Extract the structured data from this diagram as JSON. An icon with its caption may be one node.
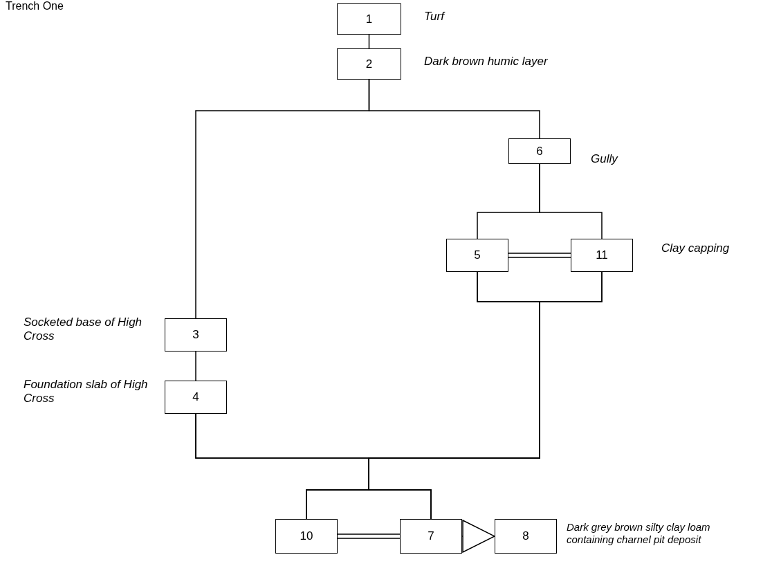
{
  "diagram": {
    "title": "Trench One",
    "nodes": [
      {
        "text": [
          "1"
        ],
        "beside": [
          "Turf"
        ]
      },
      {
        "text": [
          "2"
        ],
        "beside": [
          "Dark brown humic layer"
        ]
      },
      {
        "text": [
          "6"
        ],
        "beside": [
          "Gully"
        ]
      },
      {
        "text": [
          "5"
        ]
      },
      {
        "text": [
          "11"
        ],
        "beside": [
          "Clay capping"
        ]
      },
      {
        "text": [
          "3"
        ],
        "beside": [
          "Socketed base of High Cross"
        ]
      },
      {
        "text": [
          "4"
        ],
        "beside": [
          "Foundation slab of High Cross"
        ]
      },
      {
        "text": [
          "10"
        ]
      },
      {
        "text": [
          "7"
        ]
      },
      {
        "text": [
          "8"
        ],
        "beside": [
          "Dark grey brown silty clay loam containing charnel pit deposit"
        ]
      }
    ],
    "edges": [
      {
        "from": 0,
        "to": 1,
        "arrow": "none"
      },
      {
        "from": 1,
        "to": 5,
        "arrow": "none"
      },
      {
        "from": 1,
        "to": 2,
        "arrow": "none"
      },
      {
        "from": 2,
        "to": 3,
        "arrow": "none"
      },
      {
        "from": 2,
        "to": 4,
        "arrow": "none"
      },
      {
        "from": 3,
        "to": 4,
        "arrow": "none"
      },
      {
        "from": 5,
        "to": 6,
        "arrow": "none"
      },
      {
        "from": 6,
        "to": 7,
        "arrow": "none"
      },
      {
        "from": 6,
        "to": 8,
        "arrow": "none"
      },
      {
        "from": 3,
        "to": 7,
        "arrow": "none"
      },
      {
        "from": 3,
        "to": 8,
        "arrow": "none"
      },
      {
        "from": 4,
        "to": 7,
        "arrow": "none"
      },
      {
        "from": 4,
        "to": 8,
        "arrow": "none"
      },
      {
        "from": 7,
        "to": 8,
        "arrow": "none"
      },
      {
        "from": 8,
        "to": 9,
        "arrow": "to"
      }
    ]
  }
}
